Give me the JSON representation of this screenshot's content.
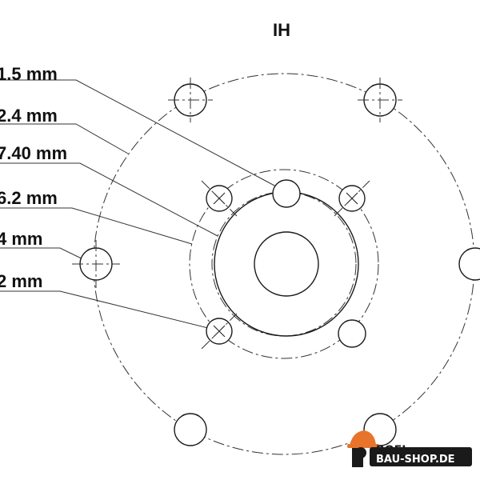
{
  "title": "IH",
  "dimensions": [
    {
      "label": "1.5 mm"
    },
    {
      "label": "2.4 mm"
    },
    {
      "label": "7.40 mm"
    },
    {
      "label": "6.2 mm"
    },
    {
      "label": "4 mm"
    },
    {
      "label": "2 mm"
    }
  ],
  "logo": {
    "line1": "ROFI",
    "line2": "BAU-SHOP.DE",
    "accent_color": "#e8732a",
    "text_color": "#1a1a1a"
  },
  "colors": {
    "stroke": "#1a1a1a",
    "background": "#ffffff"
  }
}
